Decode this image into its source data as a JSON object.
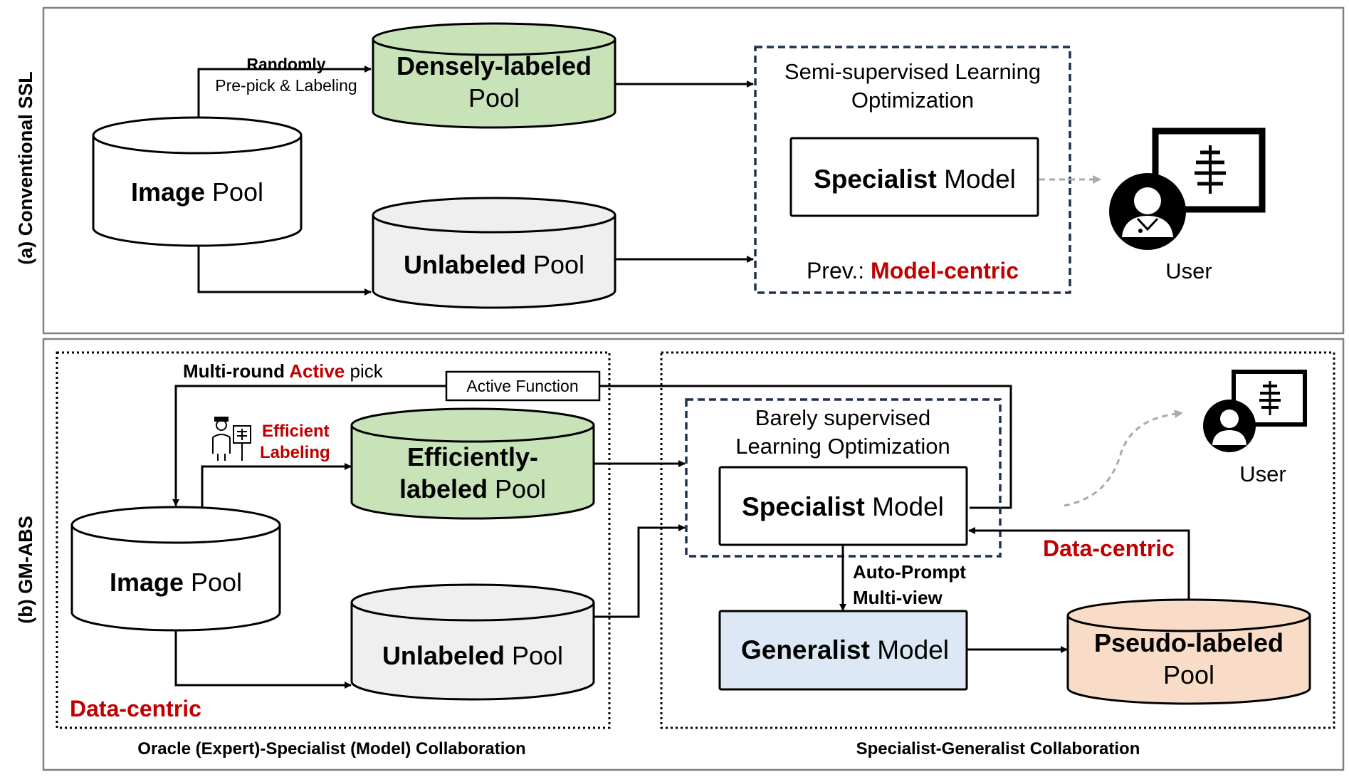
{
  "panel_a": {
    "side_label": "(a) Conventional SSL",
    "image_pool": {
      "bold": "Image",
      "rest": " Pool"
    },
    "densely_pool": {
      "line1": "Densely-labeled",
      "line2": "Pool"
    },
    "unlabeled_pool": {
      "bold": "Unlabeled",
      "rest": " Pool"
    },
    "random_label": {
      "line1": "Randomly",
      "line2": "Pre-pick & Labeling"
    },
    "ssl_box": {
      "line1": "Semi-supervised Learning",
      "line2": "Optimization"
    },
    "specialist": {
      "bold": "Specialist",
      "rest": " Model"
    },
    "prev": {
      "prefix": "Prev.: ",
      "highlight": "Model-centric"
    },
    "user": "User"
  },
  "panel_b": {
    "side_label": "(b) GM-ABS",
    "multi_round": {
      "a": "Multi-round ",
      "b": "Active",
      "c": " pick"
    },
    "active_function": "Active Function",
    "efficient_labeling": {
      "line1": "Efficient",
      "line2": "Labeling"
    },
    "efficient_pool": {
      "line1": "Efficiently-",
      "line2_bold": "labeled",
      "line2_rest": " Pool"
    },
    "image_pool": {
      "bold": "Image",
      "rest": " Pool"
    },
    "unlabeled_pool": {
      "bold": "Unlabeled",
      "rest": " Pool"
    },
    "data_centric_left": "Data-centric",
    "bsl_box": {
      "line1": "Barely supervised",
      "line2": "Learning Optimization"
    },
    "specialist": {
      "bold": "Specialist",
      "rest": " Model"
    },
    "auto_prompt": {
      "line1": "Auto-Prompt",
      "line2": "Multi-view"
    },
    "generalist": {
      "bold": "Generalist",
      "rest": " Model"
    },
    "pseudo_pool": {
      "line1": "Pseudo-labeled",
      "line2": "Pool"
    },
    "data_centric_right": "Data-centric",
    "user": "User",
    "caption_left": "Oracle (Expert)-Specialist (Model) Collaboration",
    "caption_right": "Specialist-Generalist Collaboration"
  },
  "colors": {
    "green_pool": "#c9e3b9",
    "gray_pool": "#efefef",
    "blue_model": "#dce8f5",
    "peach_pool": "#f9dcc7",
    "accent_red": "#c00000",
    "dashed_navy": "#1f3050"
  },
  "icons": [
    "fire-icon",
    "snowflake-icon",
    "doctor-monitor-icon",
    "expert-annotator-icon"
  ]
}
